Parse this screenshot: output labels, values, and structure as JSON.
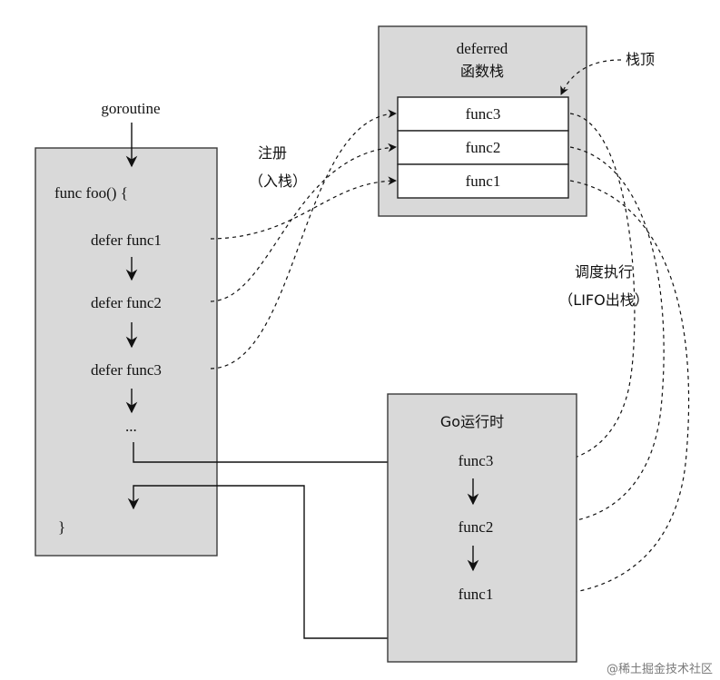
{
  "stack_box": {
    "title_line1": "deferred",
    "title_line2": "函数栈",
    "entries": [
      "func3",
      "func2",
      "func1"
    ],
    "top_label": "栈顶"
  },
  "foo_box": {
    "goroutine_label": "goroutine",
    "signature": "func foo() {",
    "statements": [
      "defer func1",
      "defer func2",
      "defer func3"
    ],
    "ellipsis": "...",
    "closing_brace": "}"
  },
  "register_label": {
    "line1": "注册",
    "line2": "（入栈）"
  },
  "execute_label": {
    "line1": "调度执行",
    "line2": "（LIFO出栈）"
  },
  "runtime_box": {
    "title": "Go运行时",
    "calls": [
      "func3",
      "func2",
      "func1"
    ]
  },
  "watermark": "@稀土掘金技术社区"
}
